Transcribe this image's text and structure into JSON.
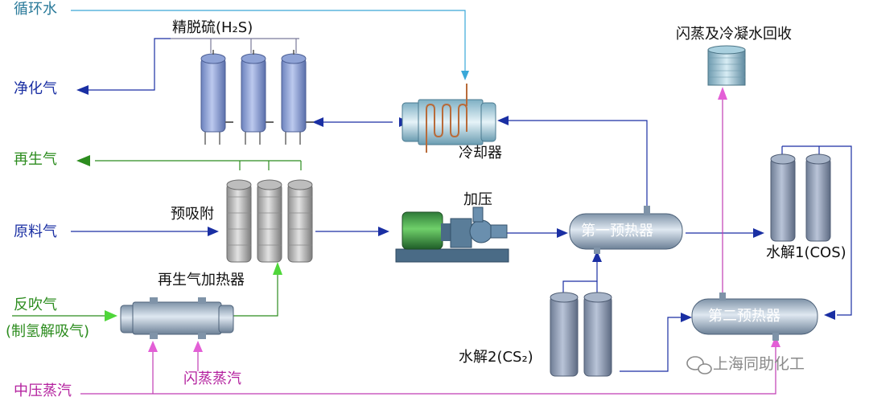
{
  "labels": {
    "circulating_water": "循环水",
    "fine_desulfurization": "精脱硫(H₂S)",
    "purified_gas": "净化气",
    "flash_recovery": "闪蒸及冷凝水回收",
    "cooler": "冷却器",
    "regen_gas": "再生气",
    "pre_adsorption": "预吸附",
    "feed_gas": "原料气",
    "pressurize": "加压",
    "first_preheater": "第一预热器",
    "hydrolysis1": "水解1(COS)",
    "regen_heater": "再生气加热器",
    "blowback_gas": "反吹气",
    "blowback_sub": "(制氢解吸气)",
    "second_preheater": "第二预热器",
    "hydrolysis2": "水解2(CS₂)",
    "watermark": "上海同助化工",
    "mp_steam": "中压蒸汽",
    "flash_steam": "闪蒸蒸汽"
  },
  "colors": {
    "gas_line": "#1a2fa3",
    "regen_line": "#2c8c1e",
    "steam_line": "#c03cb4",
    "water_line": "#3aa8d8",
    "vessel": "#8fa3d6"
  },
  "icons": [
    "wechat-icon"
  ]
}
